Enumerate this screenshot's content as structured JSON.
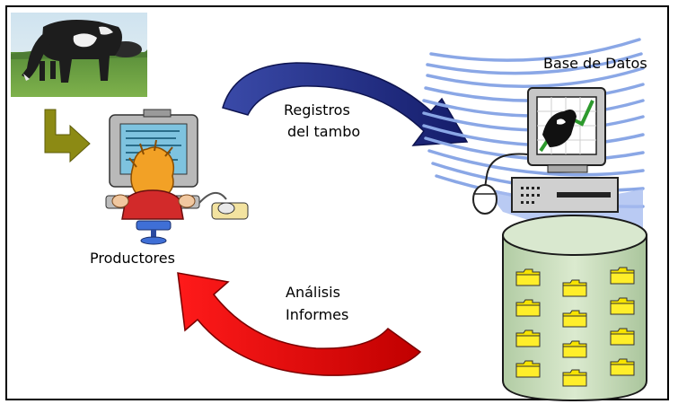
{
  "labels": {
    "registros_line1": "Registros",
    "registros_line2": "del tambo",
    "base_de_datos": "Base de Datos",
    "productores": "Productores",
    "analisis_line1": "Análisis",
    "analisis_line2": "Informes"
  },
  "colors": {
    "frame": "#000000",
    "arrow_blue": "#1f2b86",
    "arrow_red": "#d00000",
    "arrow_olive": "#8c8a14",
    "grass": "#5f9a3a",
    "cylinder": "#c6ddb9",
    "folder": "#f7e300",
    "swoosh": "#8aa7e6"
  },
  "icons": [
    "cow-photo",
    "olive-down-arrow-icon",
    "user-at-computer-icon",
    "database-computer-icon",
    "database-cylinder-icon",
    "folder-icon"
  ]
}
